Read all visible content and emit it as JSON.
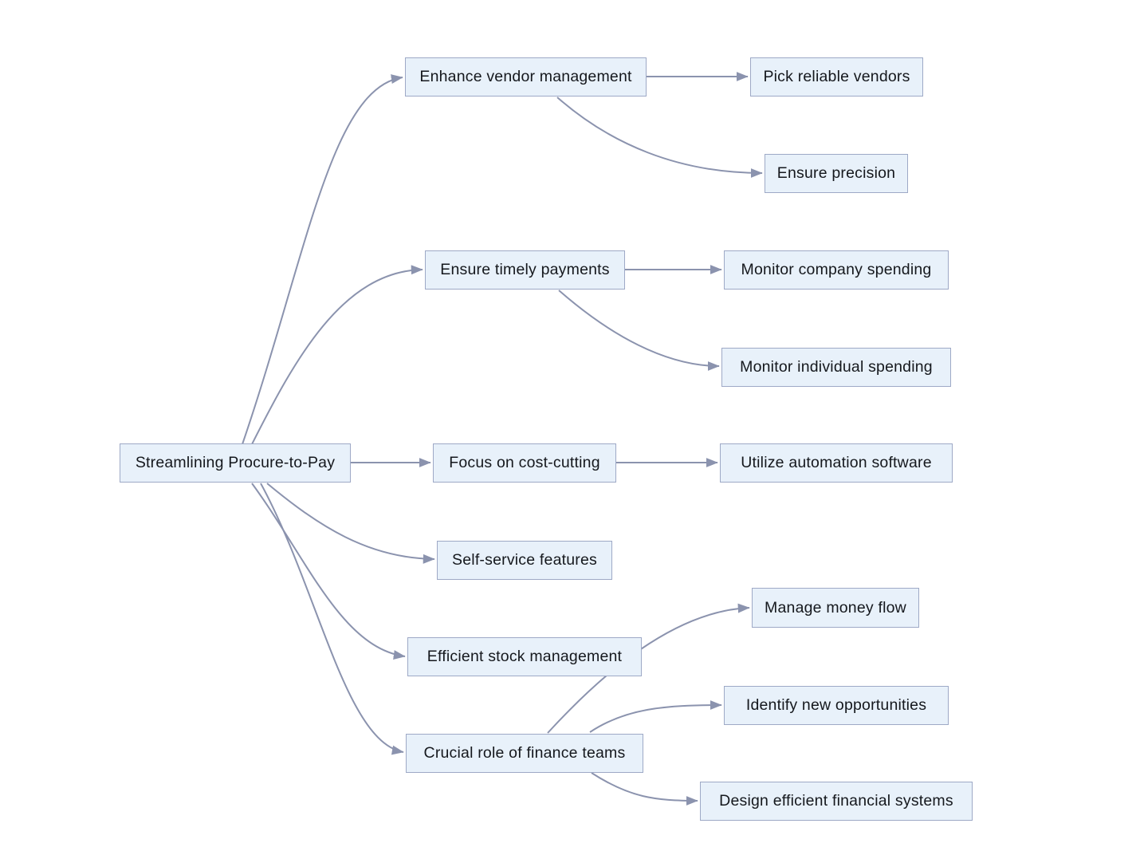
{
  "nodes": {
    "root": "Streamlining Procure-to-Pay",
    "enhance_vendor_management": "Enhance vendor management",
    "pick_reliable_vendors": "Pick reliable vendors",
    "ensure_precision": "Ensure precision",
    "ensure_timely_payments": "Ensure timely payments",
    "monitor_company_spending": "Monitor company spending",
    "monitor_individual_spending": "Monitor individual spending",
    "focus_on_cost_cutting": "Focus on cost-cutting",
    "utilize_automation_software": "Utilize automation software",
    "self_service_features": "Self-service features",
    "efficient_stock_management": "Efficient stock management",
    "manage_money_flow": "Manage money flow",
    "crucial_role_of_finance_teams": "Crucial role of finance teams",
    "identify_new_opportunities": "Identify new opportunities",
    "design_efficient_financial_systems": "Design efficient financial systems"
  },
  "edges": [
    {
      "from": "root",
      "to": "enhance_vendor_management"
    },
    {
      "from": "root",
      "to": "ensure_timely_payments"
    },
    {
      "from": "root",
      "to": "focus_on_cost_cutting"
    },
    {
      "from": "root",
      "to": "self_service_features"
    },
    {
      "from": "root",
      "to": "efficient_stock_management"
    },
    {
      "from": "root",
      "to": "crucial_role_of_finance_teams"
    },
    {
      "from": "enhance_vendor_management",
      "to": "pick_reliable_vendors"
    },
    {
      "from": "enhance_vendor_management",
      "to": "ensure_precision"
    },
    {
      "from": "ensure_timely_payments",
      "to": "monitor_company_spending"
    },
    {
      "from": "ensure_timely_payments",
      "to": "monitor_individual_spending"
    },
    {
      "from": "focus_on_cost_cutting",
      "to": "utilize_automation_software"
    },
    {
      "from": "crucial_role_of_finance_teams",
      "to": "manage_money_flow"
    },
    {
      "from": "crucial_role_of_finance_teams",
      "to": "identify_new_opportunities"
    },
    {
      "from": "crucial_role_of_finance_teams",
      "to": "design_efficient_financial_systems"
    }
  ],
  "colors": {
    "background": "#ffffff",
    "node_fill": "#e8f1fa",
    "node_border": "#9ea9c6",
    "edge": "#8b93ae",
    "text": "#15181d"
  }
}
